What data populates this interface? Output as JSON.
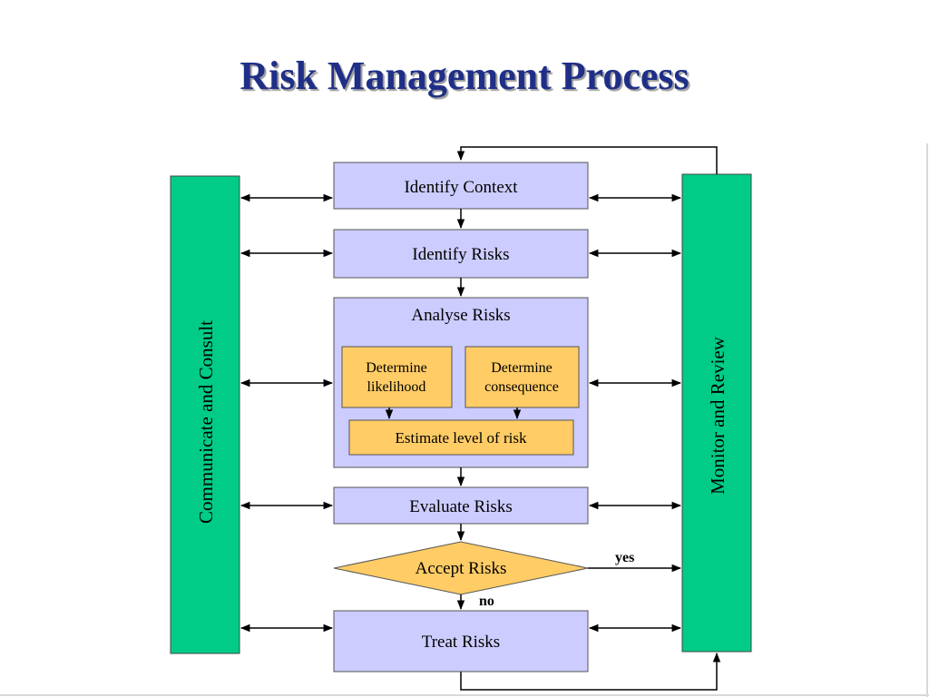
{
  "title": "Risk Management Process",
  "colors": {
    "title": "#1f2f87",
    "process_box": "#ccccff",
    "sub_box": "#ffcc66",
    "side_bar": "#00cc88",
    "diamond": "#ffcc66"
  },
  "side_bars": {
    "left": "Communicate and Consult",
    "right": "Monitor and Review"
  },
  "steps": {
    "identify_context": "Identify Context",
    "identify_risks": "Identify Risks",
    "analyse_risks": "Analyse Risks",
    "determine_likelihood": [
      "Determine",
      "likelihood"
    ],
    "determine_consequence": [
      "Determine",
      "consequence"
    ],
    "estimate_level": "Estimate level of risk",
    "evaluate_risks": "Evaluate Risks",
    "accept_risks": "Accept Risks",
    "treat_risks": "Treat Risks"
  },
  "decision": {
    "yes": "yes",
    "no": "no"
  }
}
